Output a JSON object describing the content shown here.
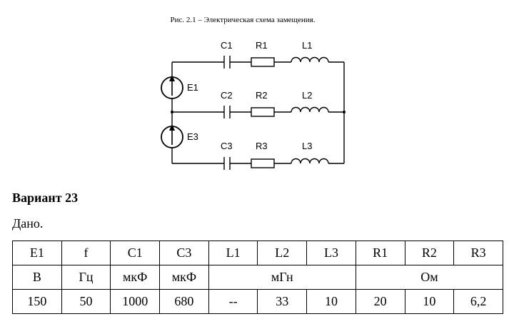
{
  "figure": {
    "caption": "Рис. 2.1 – Электрическая схема замещения.",
    "labels": {
      "E1": "E1",
      "E3": "E3",
      "C1": "C1",
      "R1": "R1",
      "L1": "L1",
      "C2": "C2",
      "R2": "R2",
      "L2": "L2",
      "C3": "C3",
      "R3": "R3",
      "L3": "L3"
    }
  },
  "variant_title": "Вариант 23",
  "given_label": "Дано.",
  "table": {
    "headers": [
      "E1",
      "f",
      "C1",
      "C3",
      "L1",
      "L2",
      "L3",
      "R1",
      "R2",
      "R3"
    ],
    "units": {
      "E1": "В",
      "f": "Гц",
      "C1": "мкФ",
      "C3": "мкФ",
      "L": "мГн",
      "R": "Ом"
    },
    "values": [
      "150",
      "50",
      "1000",
      "680",
      "--",
      "33",
      "10",
      "20",
      "10",
      "6,2"
    ]
  }
}
